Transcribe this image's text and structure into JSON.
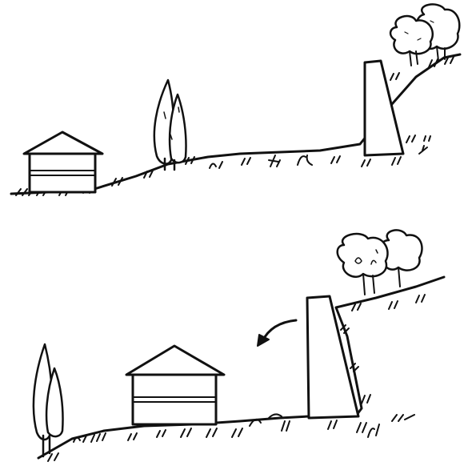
{
  "figure": {
    "panels": [
      {
        "id": "before",
        "elements": [
          "house",
          "cypress-tree",
          "retaining-wall",
          "shrubs"
        ]
      },
      {
        "id": "after",
        "elements": [
          "house",
          "cypress-tree",
          "retaining-wall",
          "shrubs",
          "arrow"
        ]
      }
    ],
    "colors": {
      "ink": "#111111",
      "paper": "#ffffff"
    }
  }
}
